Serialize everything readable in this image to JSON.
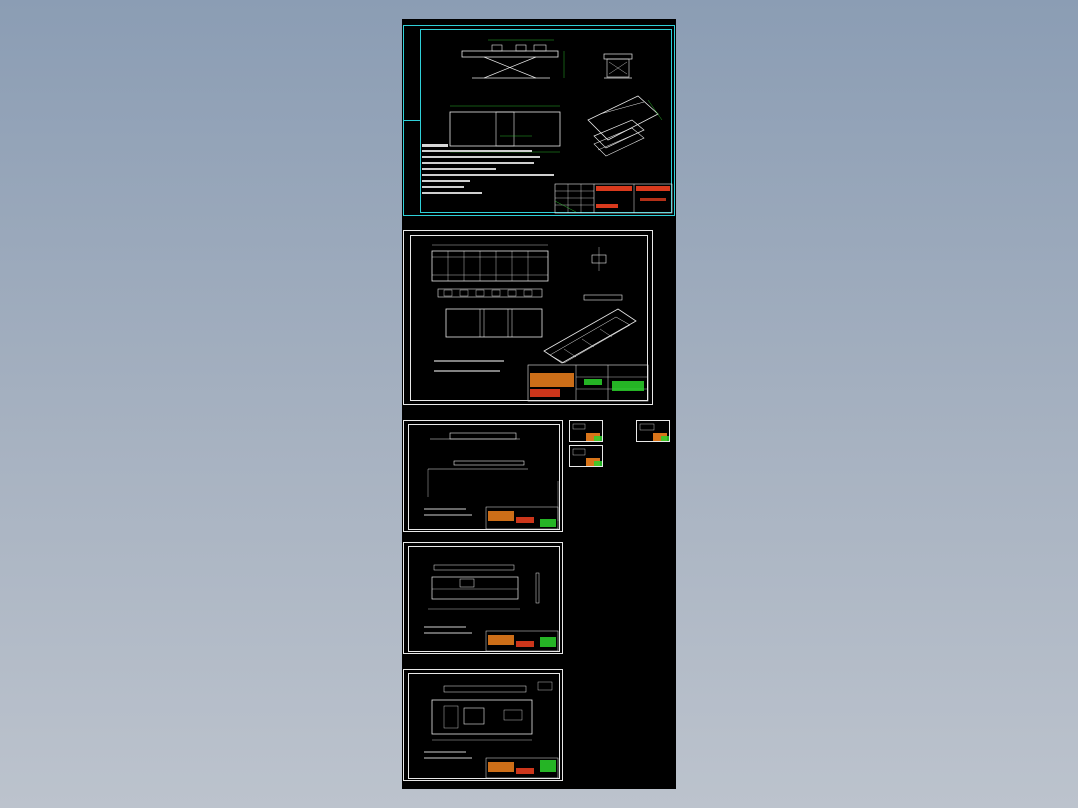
{
  "viewport": {
    "background": "#9aa8ba",
    "canvas_color": "#000000"
  },
  "colors": {
    "linework": "#e8e8e8",
    "selection": "#2fd0d8",
    "dimension": "#33dd33",
    "titleblock_text": "#ff4422",
    "titleblock_fill": "#ff8a1e",
    "titleblock_green": "#2bd42b"
  },
  "sheets": [
    {
      "id": "assembly-sheet",
      "selected": true
    },
    {
      "id": "platform-part-sheet",
      "selected": false
    },
    {
      "id": "part-sheet-3",
      "selected": false
    },
    {
      "id": "part-sheet-4",
      "selected": false
    },
    {
      "id": "part-sheet-5",
      "selected": false
    },
    {
      "id": "thumb-sheet-1",
      "selected": false
    },
    {
      "id": "thumb-sheet-2",
      "selected": false
    },
    {
      "id": "thumb-sheet-3",
      "selected": false
    }
  ]
}
